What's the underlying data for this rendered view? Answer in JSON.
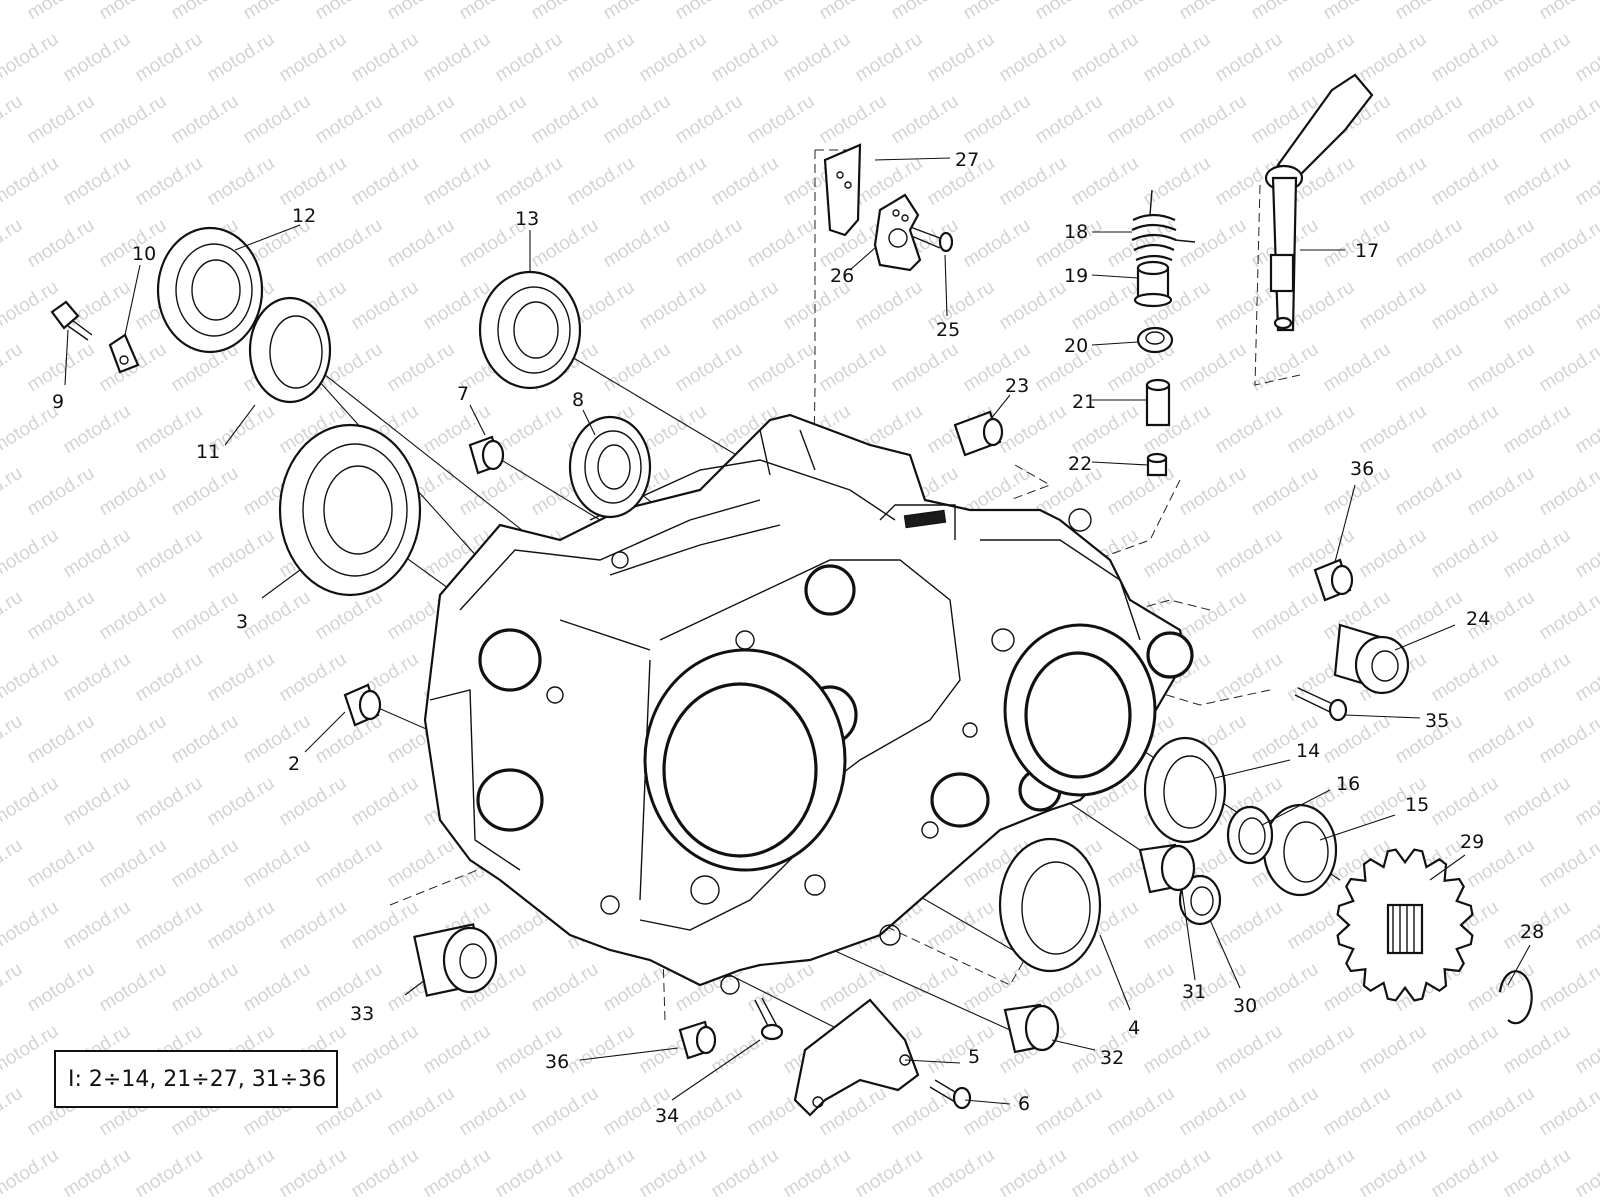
{
  "watermark": {
    "text": "motod.ru"
  },
  "legend": {
    "text": "I: 2÷14, 21÷27, 31÷36"
  },
  "callouts": {
    "c2": "2",
    "c3": "3",
    "c4": "4",
    "c5": "5",
    "c6": "6",
    "c7": "7",
    "c8": "8",
    "c9": "9",
    "c10": "10",
    "c11": "11",
    "c12": "12",
    "c13": "13",
    "c14": "14",
    "c15": "15",
    "c16": "16",
    "c17": "17",
    "c18": "18",
    "c19": "19",
    "c20": "20",
    "c21": "21",
    "c22": "22",
    "c23": "23",
    "c24": "24",
    "c25": "25",
    "c26": "26",
    "c27": "27",
    "c28": "28",
    "c29": "29",
    "c30": "30",
    "c31": "31",
    "c32": "32",
    "c33": "33",
    "c34": "34",
    "c35": "35",
    "c36a": "36",
    "c36b": "36"
  }
}
